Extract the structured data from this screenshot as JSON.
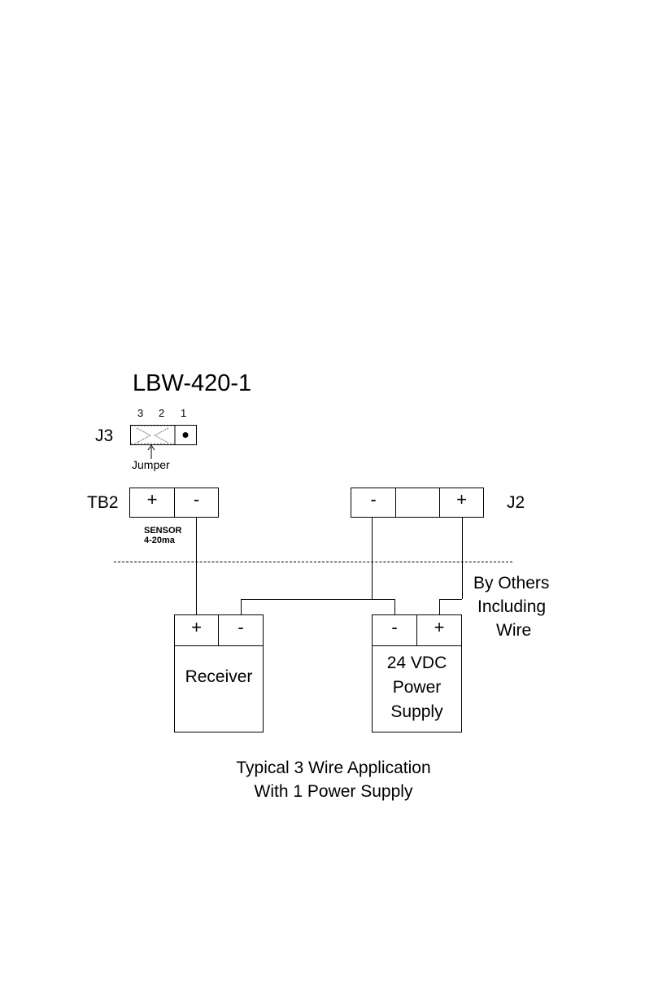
{
  "title": "LBW-420-1",
  "j3": {
    "label": "J3",
    "pins": [
      "3",
      "2",
      "1"
    ],
    "jumper_label": "Jumper"
  },
  "tb2": {
    "label": "TB2",
    "plus": "+",
    "minus": "-",
    "sensor_line1": "SENSOR",
    "sensor_line2": "4-20ma"
  },
  "j2": {
    "label": "J2",
    "minus": "-",
    "plus": "+"
  },
  "by_others": [
    "By Others",
    "Including",
    "Wire"
  ],
  "receiver": {
    "plus": "+",
    "minus": "-",
    "label": "Receiver"
  },
  "power_supply": {
    "minus": "-",
    "plus": "+",
    "lines": [
      "24 VDC",
      "Power",
      "Supply"
    ]
  },
  "caption": [
    "Typical 3 Wire Application",
    "With 1 Power Supply"
  ]
}
